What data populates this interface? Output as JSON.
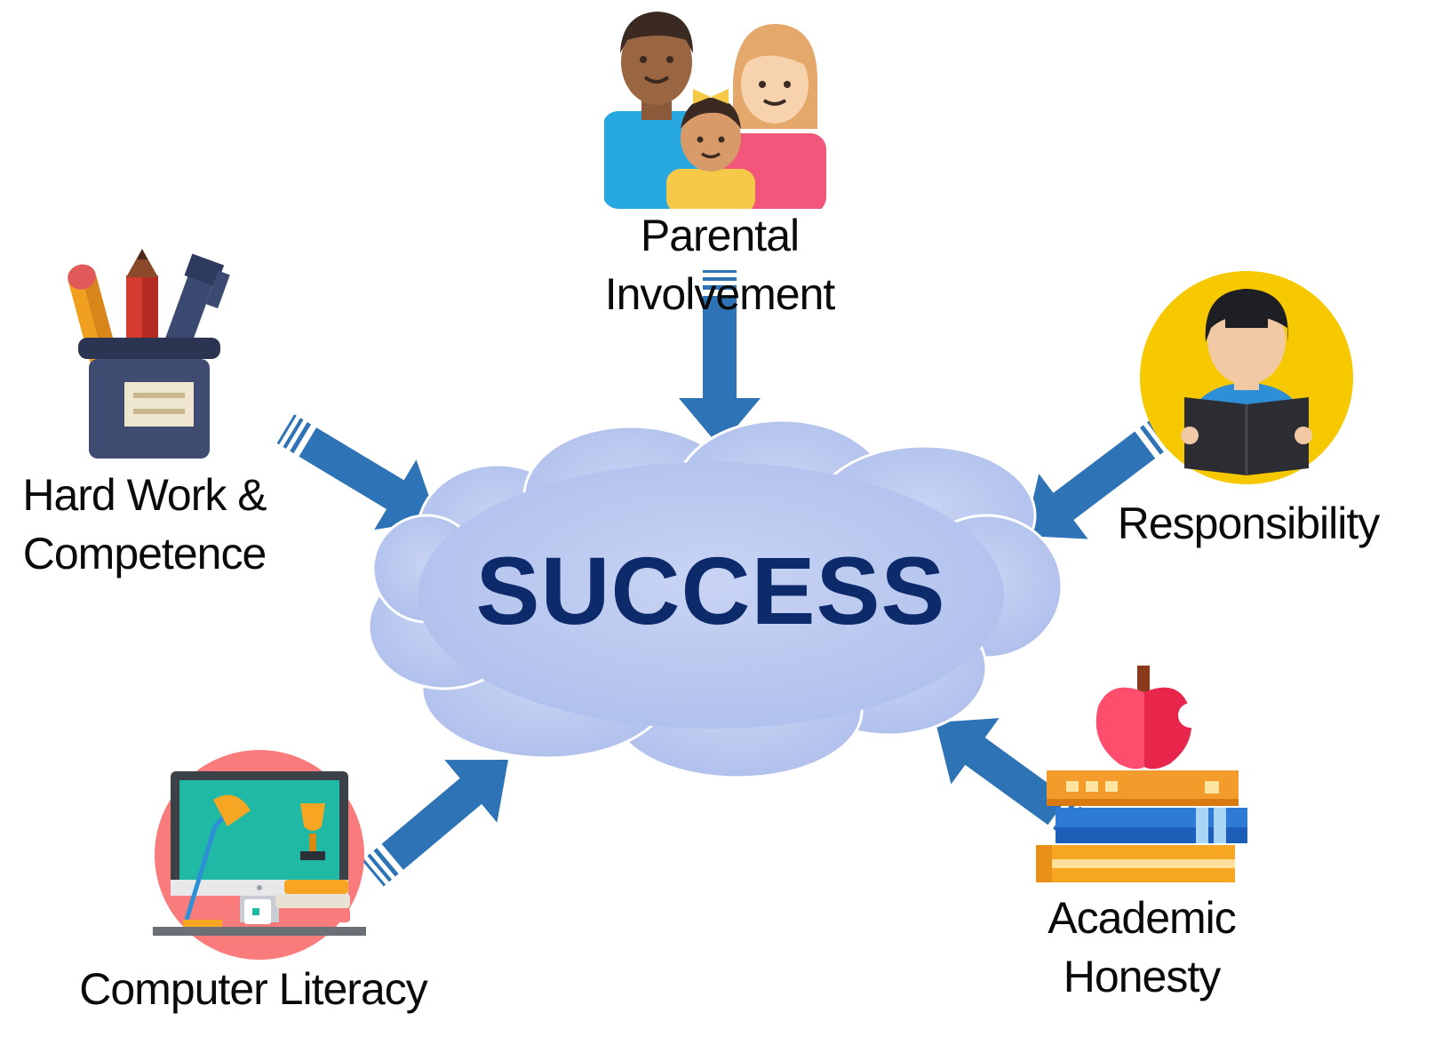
{
  "center": {
    "title": "SUCCESS",
    "icon": "cloud",
    "title_color": "#0d2a6b",
    "cloud_color": "#b9c7ee"
  },
  "arrow_color": "#2e73b6",
  "factors": {
    "parental": {
      "line1": "Parental",
      "line2": "Involvement",
      "icon": "family-icon"
    },
    "hardwork": {
      "line1": "Hard Work &",
      "line2": "Competence",
      "icon": "pencil-cup-icon"
    },
    "responsibility": {
      "line1": "Responsibility",
      "icon": "student-reading-icon"
    },
    "computer": {
      "line1": "Computer Literacy",
      "icon": "computer-desk-icon"
    },
    "academic": {
      "line1": "Academic",
      "line2": "Honesty",
      "icon": "apple-books-icon"
    }
  }
}
